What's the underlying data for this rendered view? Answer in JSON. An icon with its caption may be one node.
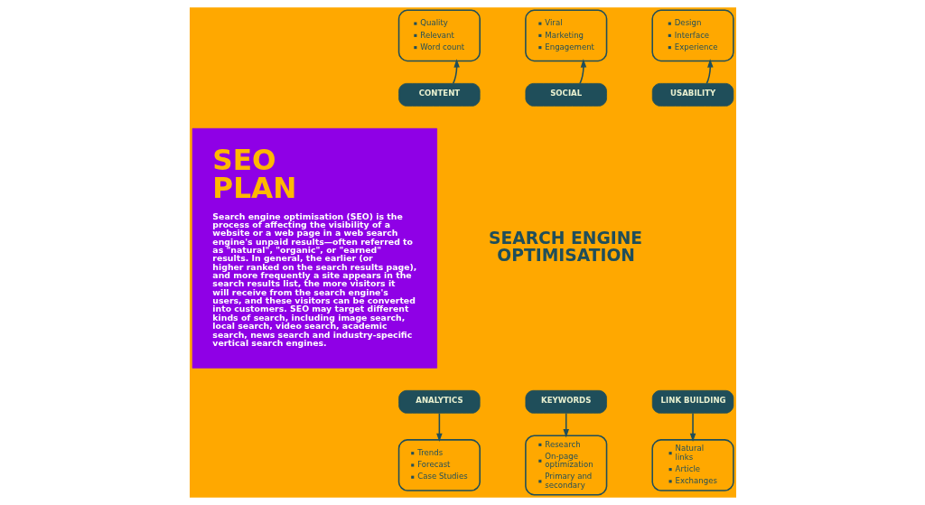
{
  "diagram": {
    "nodes": [
      {
        "text": [
          "SEO PLAN",
          "Search engine optimisation (SEO) is the process of affecting the visibility of a website or a web page in a web search engine's unpaid results—often referred to as \"natural\", \"organic\", or \"earned\" results. In general, the earlier (or higher ranked on the search results page), and more frequently a site appears in the search results list, the more visitors it will receive from the search engine's users, and these visitors can be converted into customers. SEO may target different kinds of search, including image search, local search, video search, academic search, news search and industry-specific vertical search engines."
        ]
      },
      {
        "text": [
          "Quality",
          "Relevant",
          "Word count"
        ]
      },
      {
        "text": [
          "Viral",
          "Marketing",
          "Engagement"
        ]
      },
      {
        "text": [
          "Design",
          "Interface",
          "Experience"
        ]
      },
      {
        "text": [
          "CONTENT"
        ]
      },
      {
        "text": [
          "SOCIAL"
        ]
      },
      {
        "text": [
          "USABILITY"
        ]
      },
      {
        "text": [
          "ANALYTICS"
        ]
      },
      {
        "text": [
          "KEYWORDS"
        ]
      },
      {
        "text": [
          "LINK BUILDING"
        ]
      },
      {
        "text": [
          "Trends",
          "Forecast",
          "Case Studies"
        ]
      },
      {
        "text": [
          "Research",
          "On-page optimization",
          "Primary and secondary"
        ]
      },
      {
        "text": [
          "Natural links",
          "Article",
          "Exchanges"
        ]
      }
    ],
    "edges": [
      {
        "from": 4,
        "to": 1,
        "arrow": "to"
      },
      {
        "from": 5,
        "to": 2,
        "arrow": "to"
      },
      {
        "from": 6,
        "to": 3,
        "arrow": "to"
      },
      {
        "from": 7,
        "to": 10,
        "arrow": "to"
      },
      {
        "from": 8,
        "to": 11,
        "arrow": "to"
      },
      {
        "from": 9,
        "to": 12,
        "arrow": "to"
      }
    ],
    "labels": [
      "SEARCH ENGINE OPTIMISATION"
    ]
  }
}
